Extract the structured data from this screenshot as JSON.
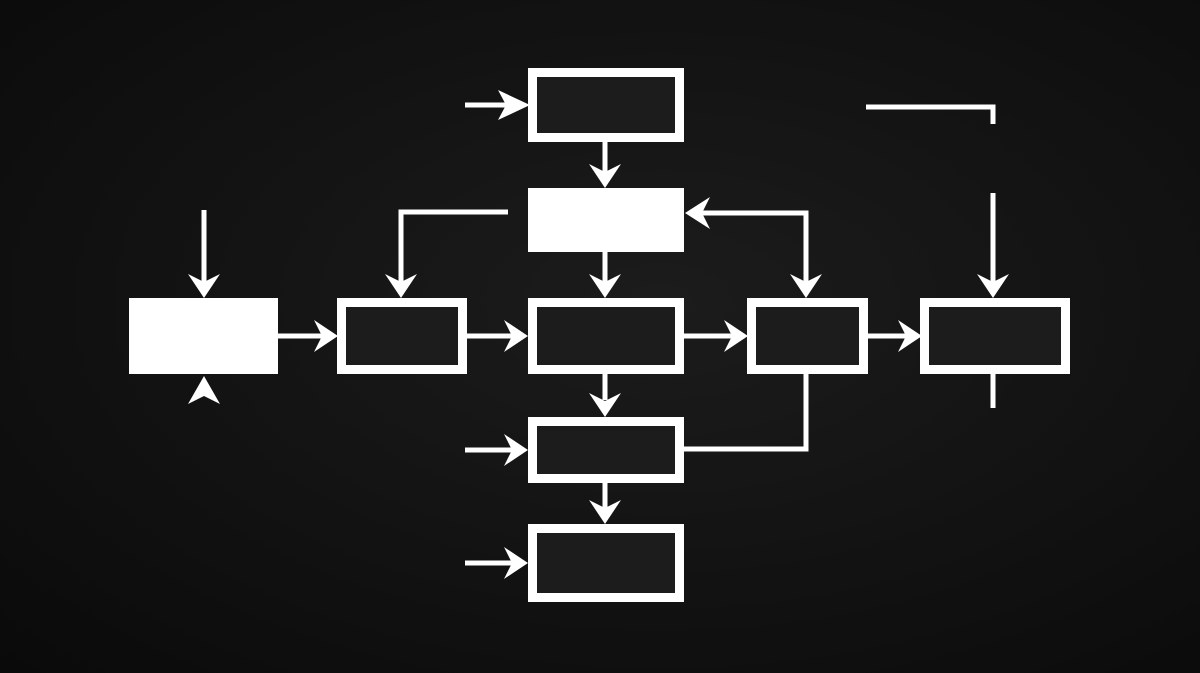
{
  "diagram": {
    "style": {
      "background": "#121212",
      "line_color": "#ffffff",
      "box_fill": "#1c1c1c"
    },
    "nodes": [
      {
        "id": "box-top",
        "variant": "outline"
      },
      {
        "id": "box-decision",
        "variant": "solid"
      },
      {
        "id": "box-left-solid",
        "variant": "solid"
      },
      {
        "id": "box-mid-left",
        "variant": "outline"
      },
      {
        "id": "box-center",
        "variant": "outline"
      },
      {
        "id": "box-mid-right",
        "variant": "outline"
      },
      {
        "id": "box-far-right",
        "variant": "outline"
      },
      {
        "id": "box-lower",
        "variant": "outline"
      },
      {
        "id": "box-bottom",
        "variant": "outline"
      }
    ],
    "connectors": [
      {
        "from": "external",
        "to": "box-top"
      },
      {
        "from": "box-top",
        "to": "box-decision"
      },
      {
        "from": "box-decision",
        "to": "box-center"
      },
      {
        "from": "box-decision",
        "to": "box-mid-left"
      },
      {
        "from": "box-mid-right",
        "to": "box-decision"
      },
      {
        "from": "external",
        "to": "box-left-solid"
      },
      {
        "from": "external-below",
        "to": "box-left-solid"
      },
      {
        "from": "box-left-solid",
        "to": "box-mid-left"
      },
      {
        "from": "box-mid-left",
        "to": "box-center"
      },
      {
        "from": "box-center",
        "to": "box-mid-right"
      },
      {
        "from": "box-mid-right",
        "to": "box-far-right"
      },
      {
        "from": "external",
        "to": "box-far-right"
      },
      {
        "from": "box-center",
        "to": "box-lower"
      },
      {
        "from": "box-mid-right",
        "to": "box-lower"
      },
      {
        "from": "external",
        "to": "box-lower"
      },
      {
        "from": "box-lower",
        "to": "box-bottom"
      },
      {
        "from": "external",
        "to": "box-bottom"
      }
    ]
  }
}
